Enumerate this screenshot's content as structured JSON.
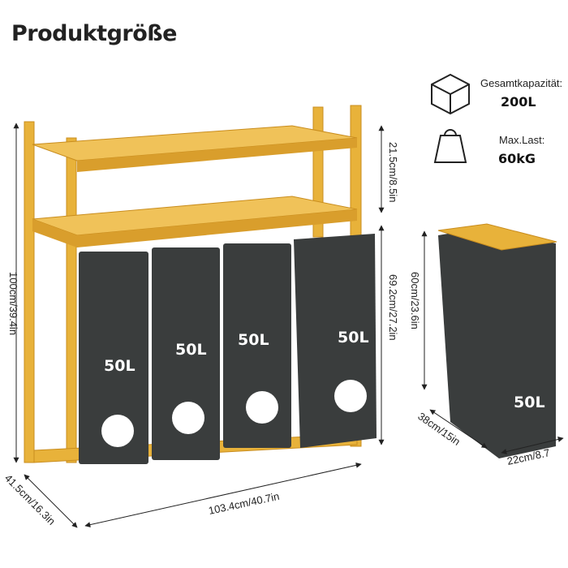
{
  "title": "Produktgröße",
  "specs": {
    "capacity_label": "Gesamtkapazität:",
    "capacity_value": "200L",
    "load_label": "Max.Last:",
    "load_value": "60kG"
  },
  "bins": [
    {
      "label": "50L",
      "icon": "tshirt-icon"
    },
    {
      "label": "50L",
      "icon": "socks-icon"
    },
    {
      "label": "50L",
      "icon": "shirt-icon"
    },
    {
      "label": "50L",
      "icon": "wash-30-icon"
    }
  ],
  "single_bin_label": "50L",
  "dimensions": {
    "total_height": "100cm/39.4in",
    "shelf_gap": "21.5cm/8.5in",
    "bin_area_height": "69.2cm/27.2in",
    "width": "103.4cm/40.7in",
    "depth": "41.5cm/16.3in",
    "bin_height": "60cm/23.6in",
    "bin_depth": "38cm/15in",
    "bin_width": "22cm/8.7"
  },
  "colors": {
    "wood": "#e8b23a",
    "wood_dark": "#c98d1e",
    "fabric": "#3a3d3d"
  }
}
